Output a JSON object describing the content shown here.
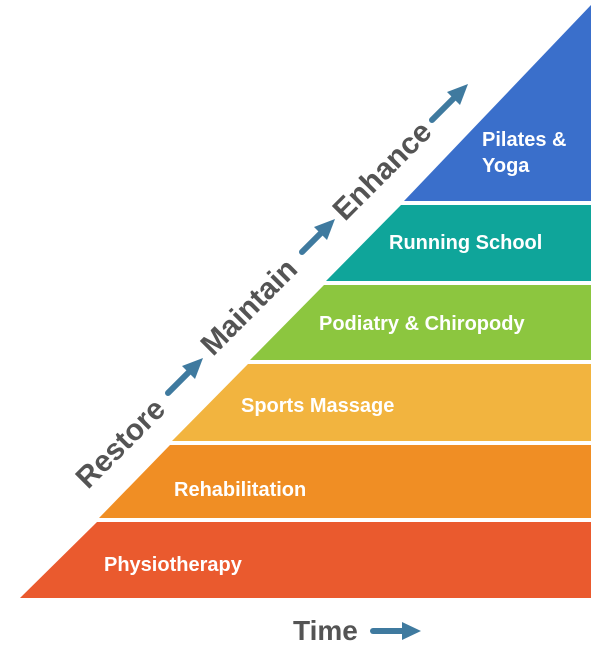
{
  "pyramid": {
    "layers": [
      {
        "label": "Physiotherapy",
        "color": "#EA5A2E"
      },
      {
        "label": "Rehabilitation",
        "color": "#F08E24"
      },
      {
        "label": "Sports Massage",
        "color": "#F2B43F"
      },
      {
        "label": "Podiatry & Chiropody",
        "color": "#8CC63F"
      },
      {
        "label": "Running School",
        "color": "#0FA59A"
      },
      {
        "label": "Pilates & Yoga",
        "label_lines": [
          "Pilates &",
          "Yoga"
        ],
        "color": "#3A6FCB"
      }
    ]
  },
  "stages": [
    "Restore",
    "Maintain",
    "Enhance"
  ],
  "time_label": "Time",
  "arrow_color": "#3F7A9F",
  "text_color": "#545454"
}
